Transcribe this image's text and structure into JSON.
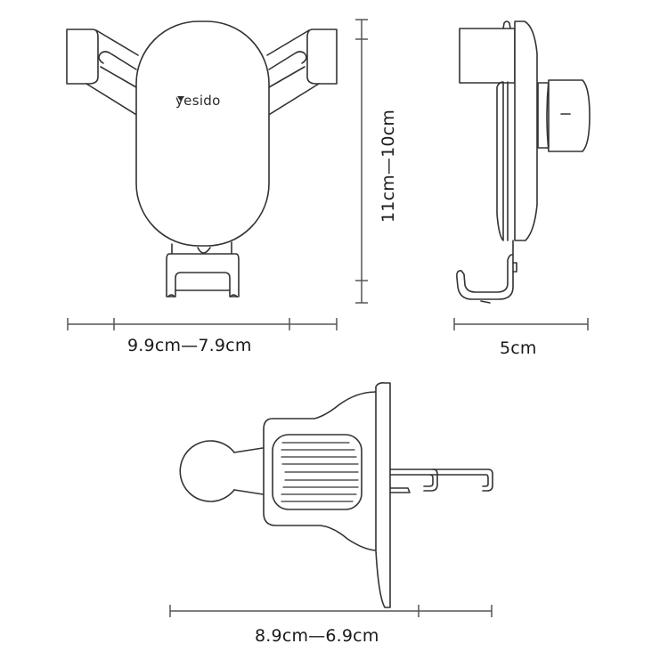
{
  "product": {
    "brand_logo": "yesido"
  },
  "dimensions": {
    "front_width": "9.9cm—7.9cm",
    "height": "11cm—10cm",
    "side_depth": "5cm",
    "bottom_width": "8.9cm—6.9cm"
  },
  "colors": {
    "line": "#333333",
    "dimension_line": "#555555",
    "background": "#ffffff"
  }
}
